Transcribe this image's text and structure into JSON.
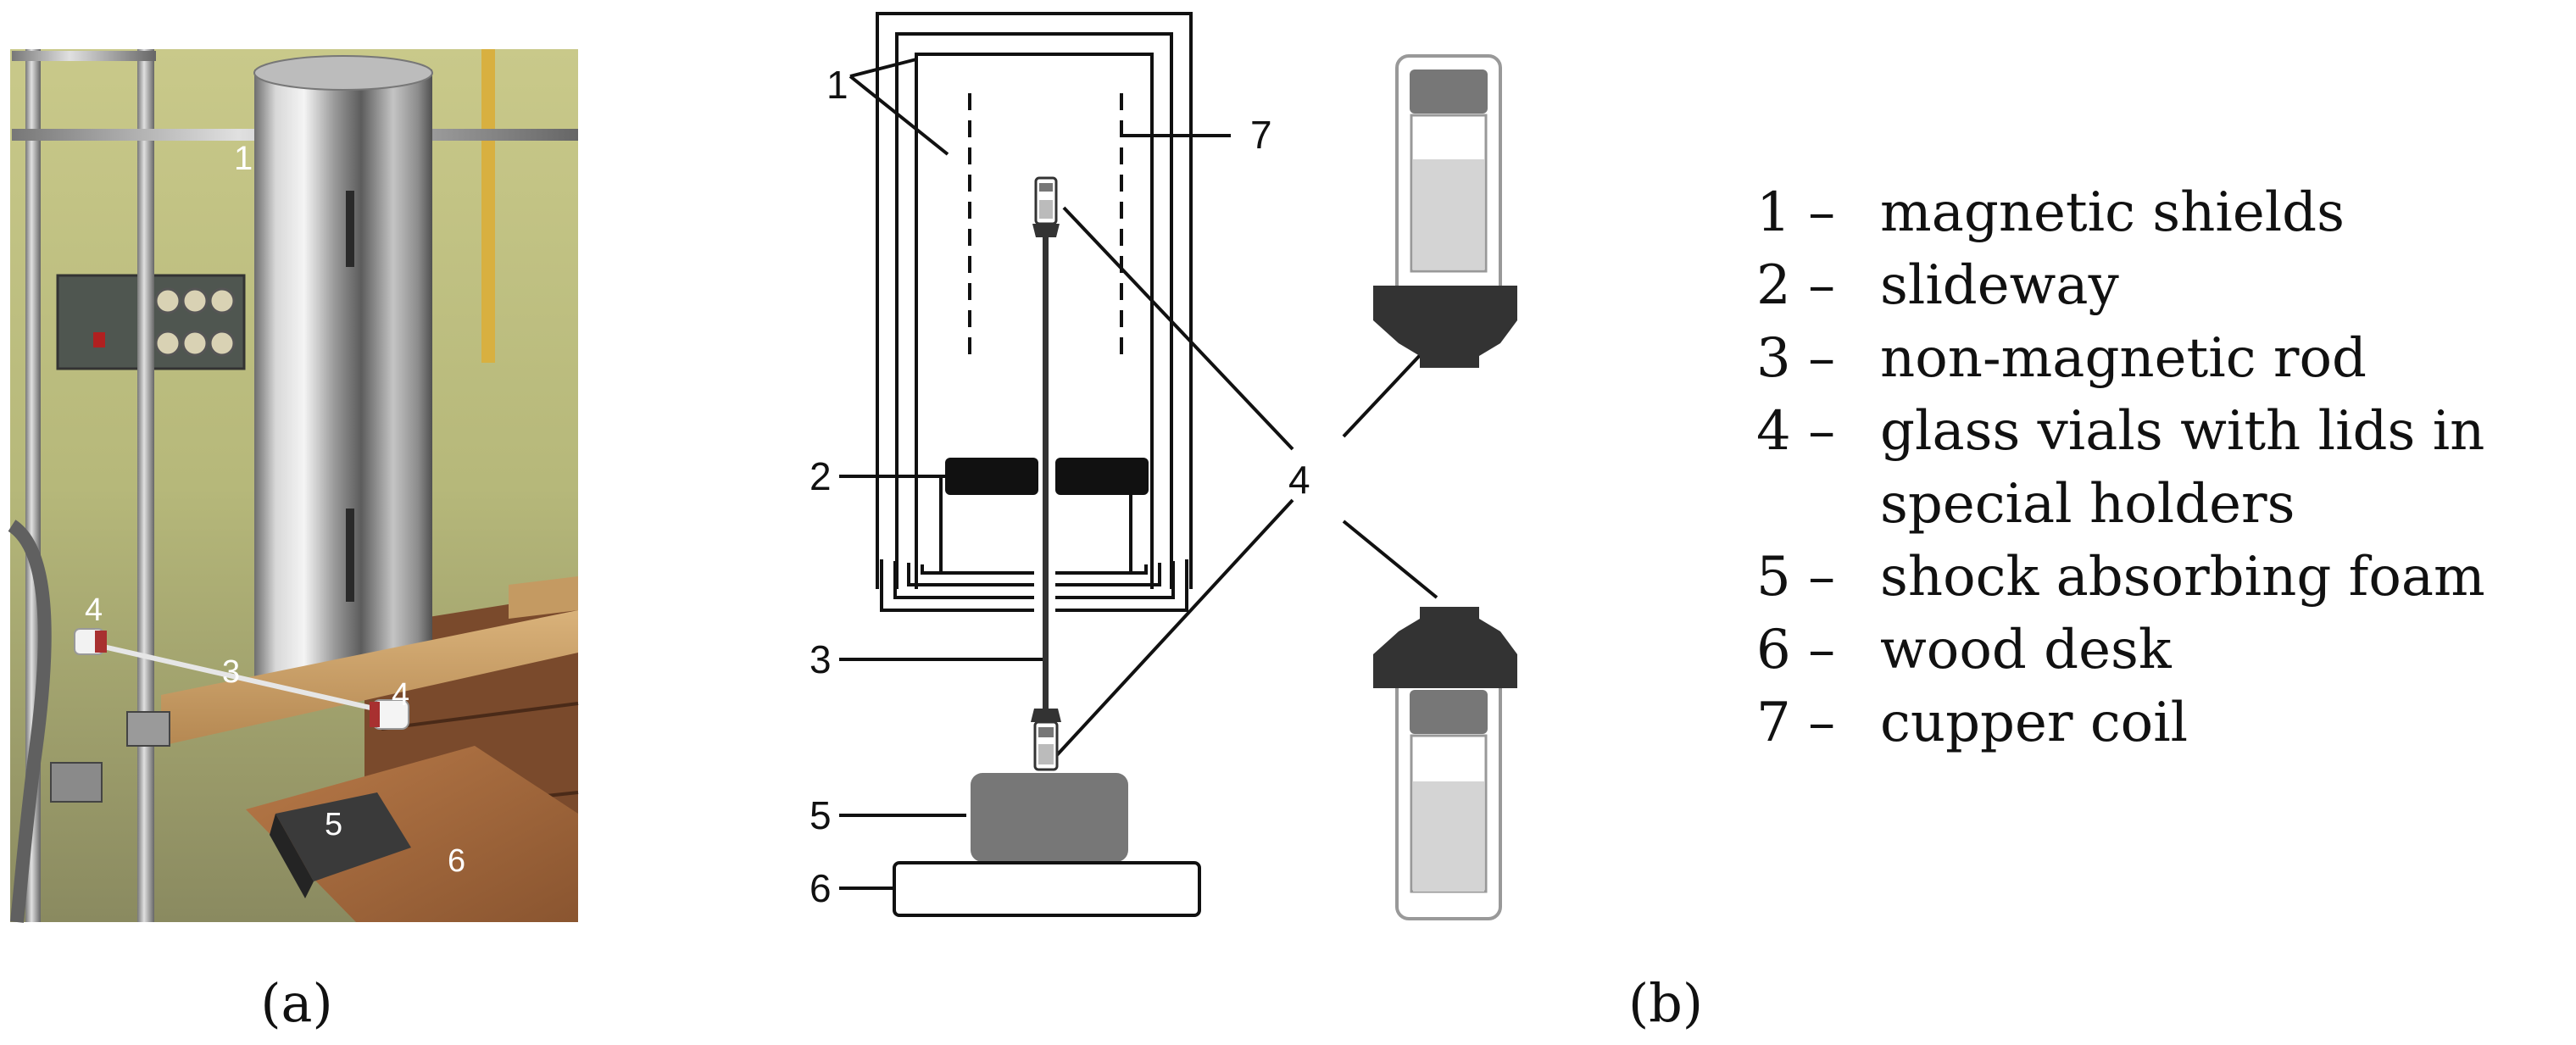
{
  "panel_a": {
    "caption": "(a)",
    "labels": {
      "n1": "1",
      "n3": "3",
      "n4_left": "4",
      "n4_right": "4",
      "n5": "5",
      "n6": "6"
    }
  },
  "panel_b": {
    "caption": "(b)",
    "labels": {
      "n1": "1",
      "n2": "2",
      "n3": "3",
      "n4": "4",
      "n5": "5",
      "n6": "6",
      "n7": "7"
    }
  },
  "legend": [
    {
      "num": "1 –",
      "text": "magnetic shields"
    },
    {
      "num": "2 –",
      "text": "slideway"
    },
    {
      "num": "3 –",
      "text": "non-magnetic rod"
    },
    {
      "num": "4 –",
      "text": "glass vials with lids in"
    },
    {
      "num": "",
      "text": "special holders"
    },
    {
      "num": "5 –",
      "text": "shock absorbing foam"
    },
    {
      "num": "6 –",
      "text": "wood desk"
    },
    {
      "num": "7 –",
      "text": "cupper coil"
    }
  ]
}
